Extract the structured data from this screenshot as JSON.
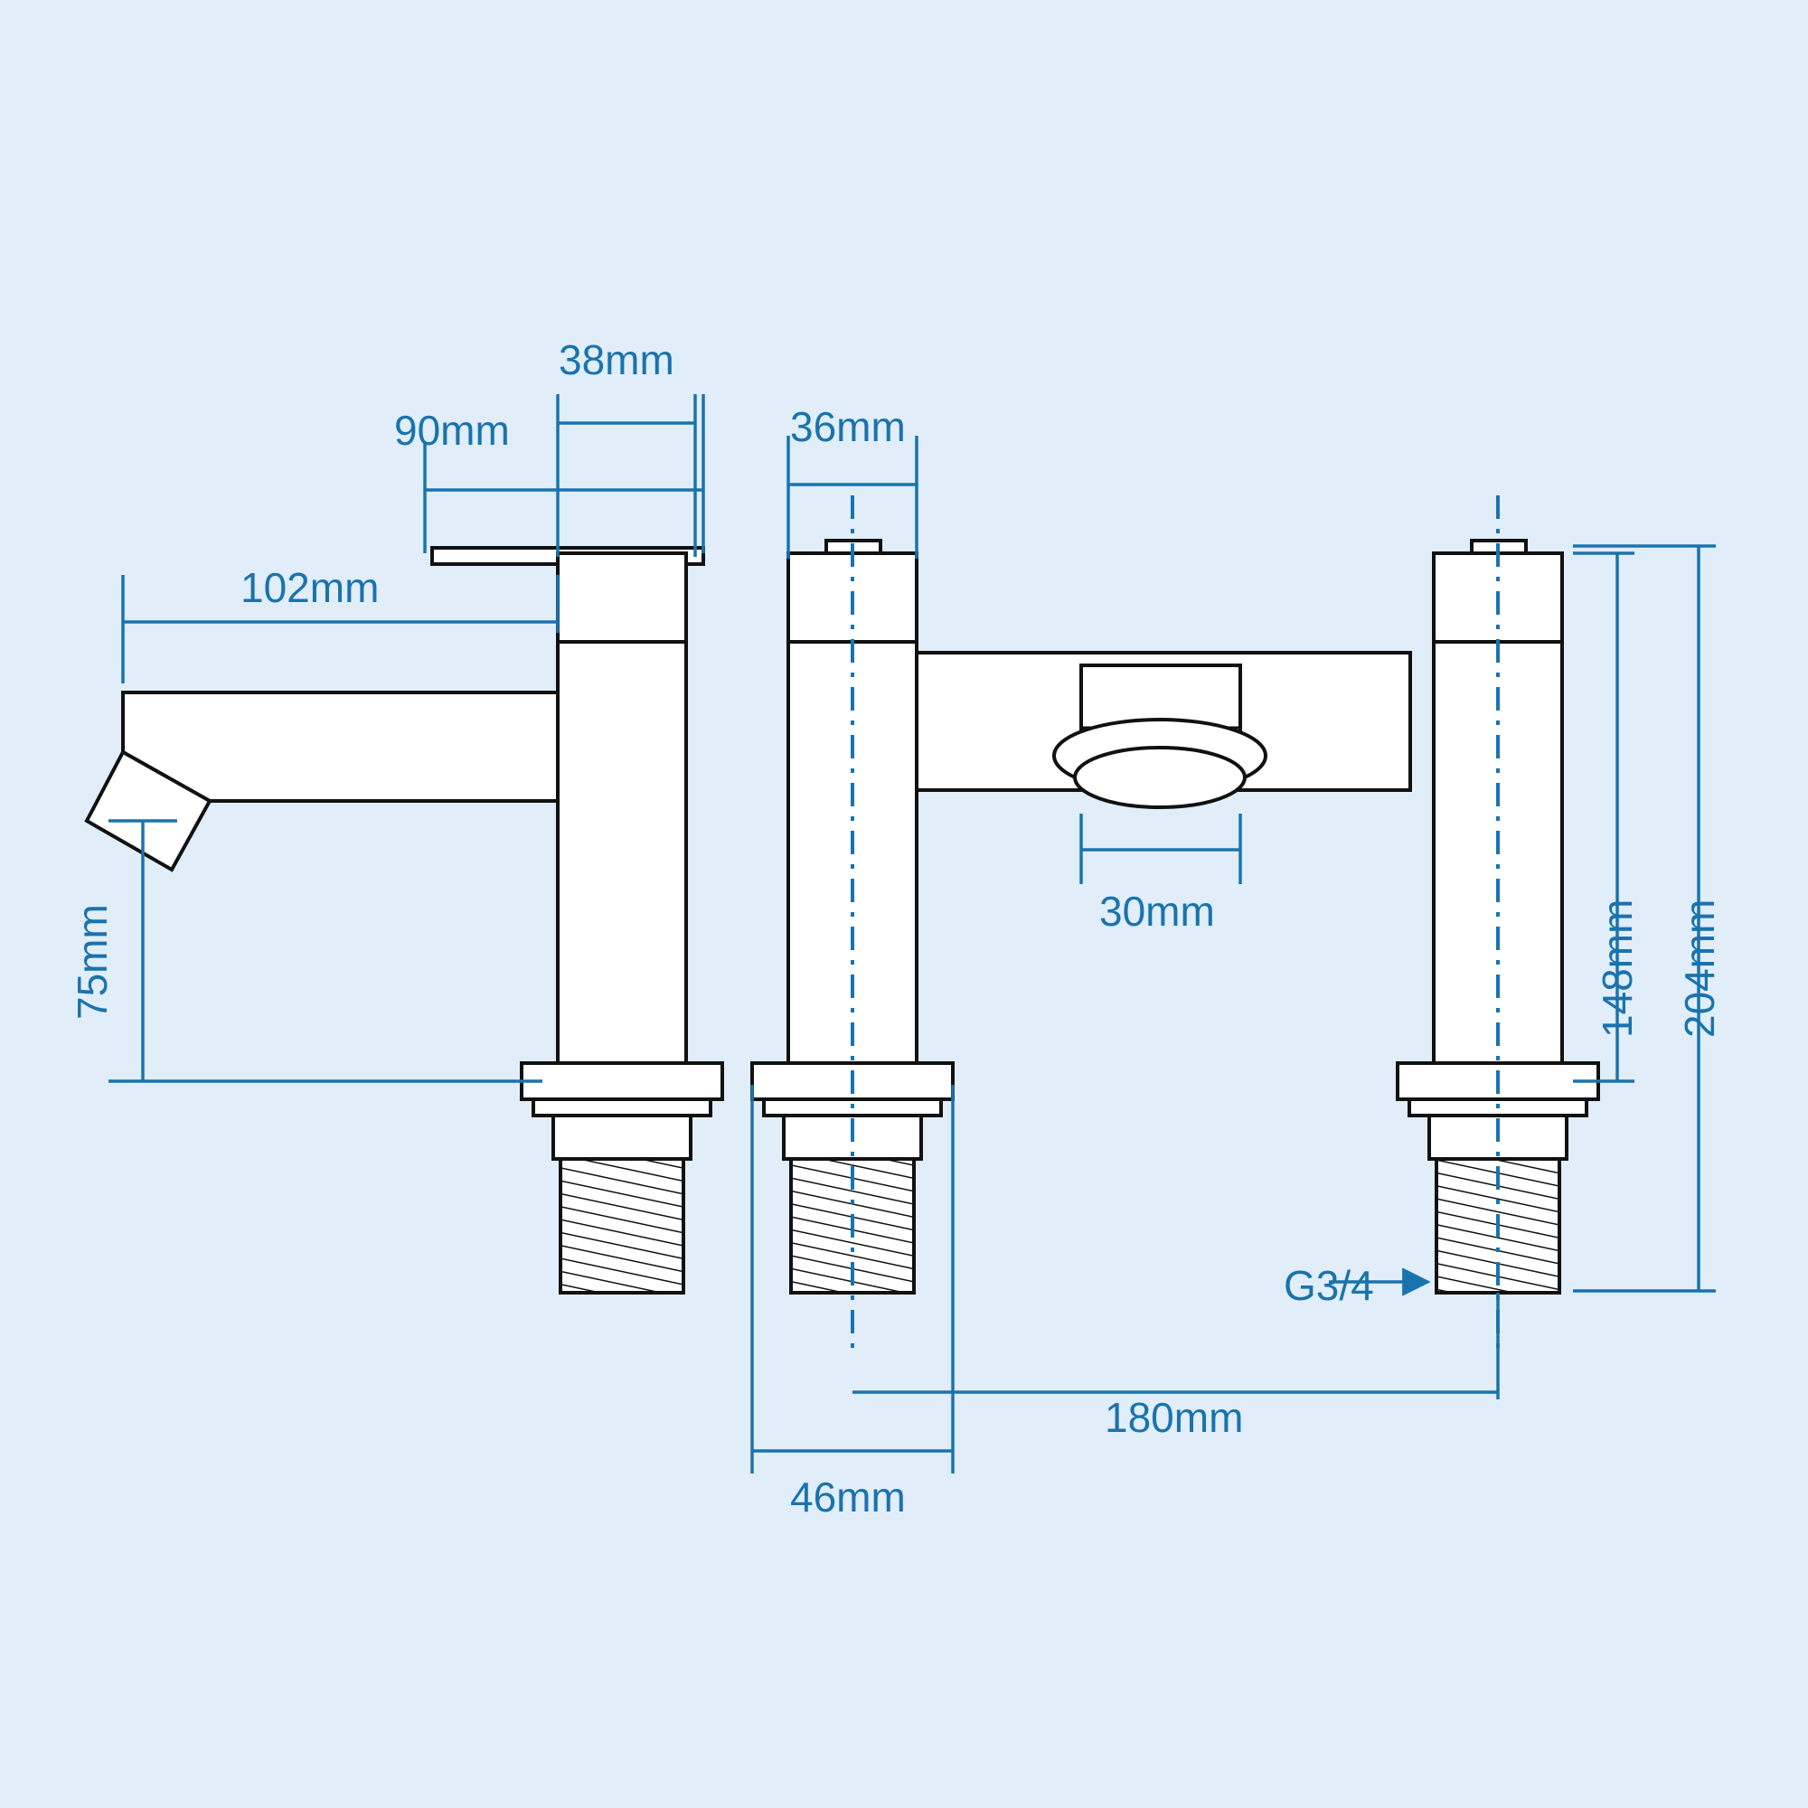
{
  "document": {
    "type": "technical-drawing",
    "subject": "Bath filler tap / bath shower mixer dimension drawing",
    "background_color": "#e1eefa",
    "part_fill_color": "#ffffff",
    "outline_color": "#111111",
    "dimension_color": "#1a73ad"
  },
  "dimensions": {
    "spout_height_label": "38mm",
    "spout_offset_label": "90mm",
    "spout_reach_label": "102mm",
    "spout_outlet_height_label": "75mm",
    "handle_width_label": "36mm",
    "diverter_width_label": "30mm",
    "body_height_label": "148mm",
    "overall_height_label": "204mm",
    "base_width_label": "46mm",
    "tap_centres_label": "180mm",
    "thread_label": "G3/4"
  },
  "chart_data": {
    "type": "table",
    "title": "Bath shower mixer tap dimensions",
    "categories": [
      "38mm",
      "90mm",
      "102mm",
      "75mm",
      "36mm",
      "30mm",
      "148mm",
      "204mm",
      "46mm",
      "180mm",
      "G3/4"
    ],
    "values": [
      38,
      90,
      102,
      75,
      36,
      30,
      148,
      204,
      46,
      180,
      null
    ],
    "units": "mm",
    "annotations": [
      {
        "label": "38mm",
        "meaning": "spout collar width",
        "position": "top-left"
      },
      {
        "label": "90mm",
        "meaning": "spout arm plate length",
        "position": "top-left"
      },
      {
        "label": "102mm",
        "meaning": "spout reach / projection",
        "position": "left"
      },
      {
        "label": "75mm",
        "meaning": "spout outlet height above base",
        "position": "left-vertical"
      },
      {
        "label": "36mm",
        "meaning": "handle / body width",
        "position": "top-centre"
      },
      {
        "label": "30mm",
        "meaning": "diverter outlet diameter",
        "position": "centre"
      },
      {
        "label": "148mm",
        "meaning": "body height to base flange",
        "position": "right-vertical"
      },
      {
        "label": "204mm",
        "meaning": "overall height including thread",
        "position": "far-right-vertical"
      },
      {
        "label": "46mm",
        "meaning": "base flange width",
        "position": "bottom-centre"
      },
      {
        "label": "180mm",
        "meaning": "tap centre to centre spacing",
        "position": "bottom"
      },
      {
        "label": "G3/4",
        "meaning": "threaded tail connection size",
        "position": "bottom-right"
      }
    ],
    "xlabel": "",
    "ylabel": "",
    "grid": false,
    "legend": "none"
  }
}
